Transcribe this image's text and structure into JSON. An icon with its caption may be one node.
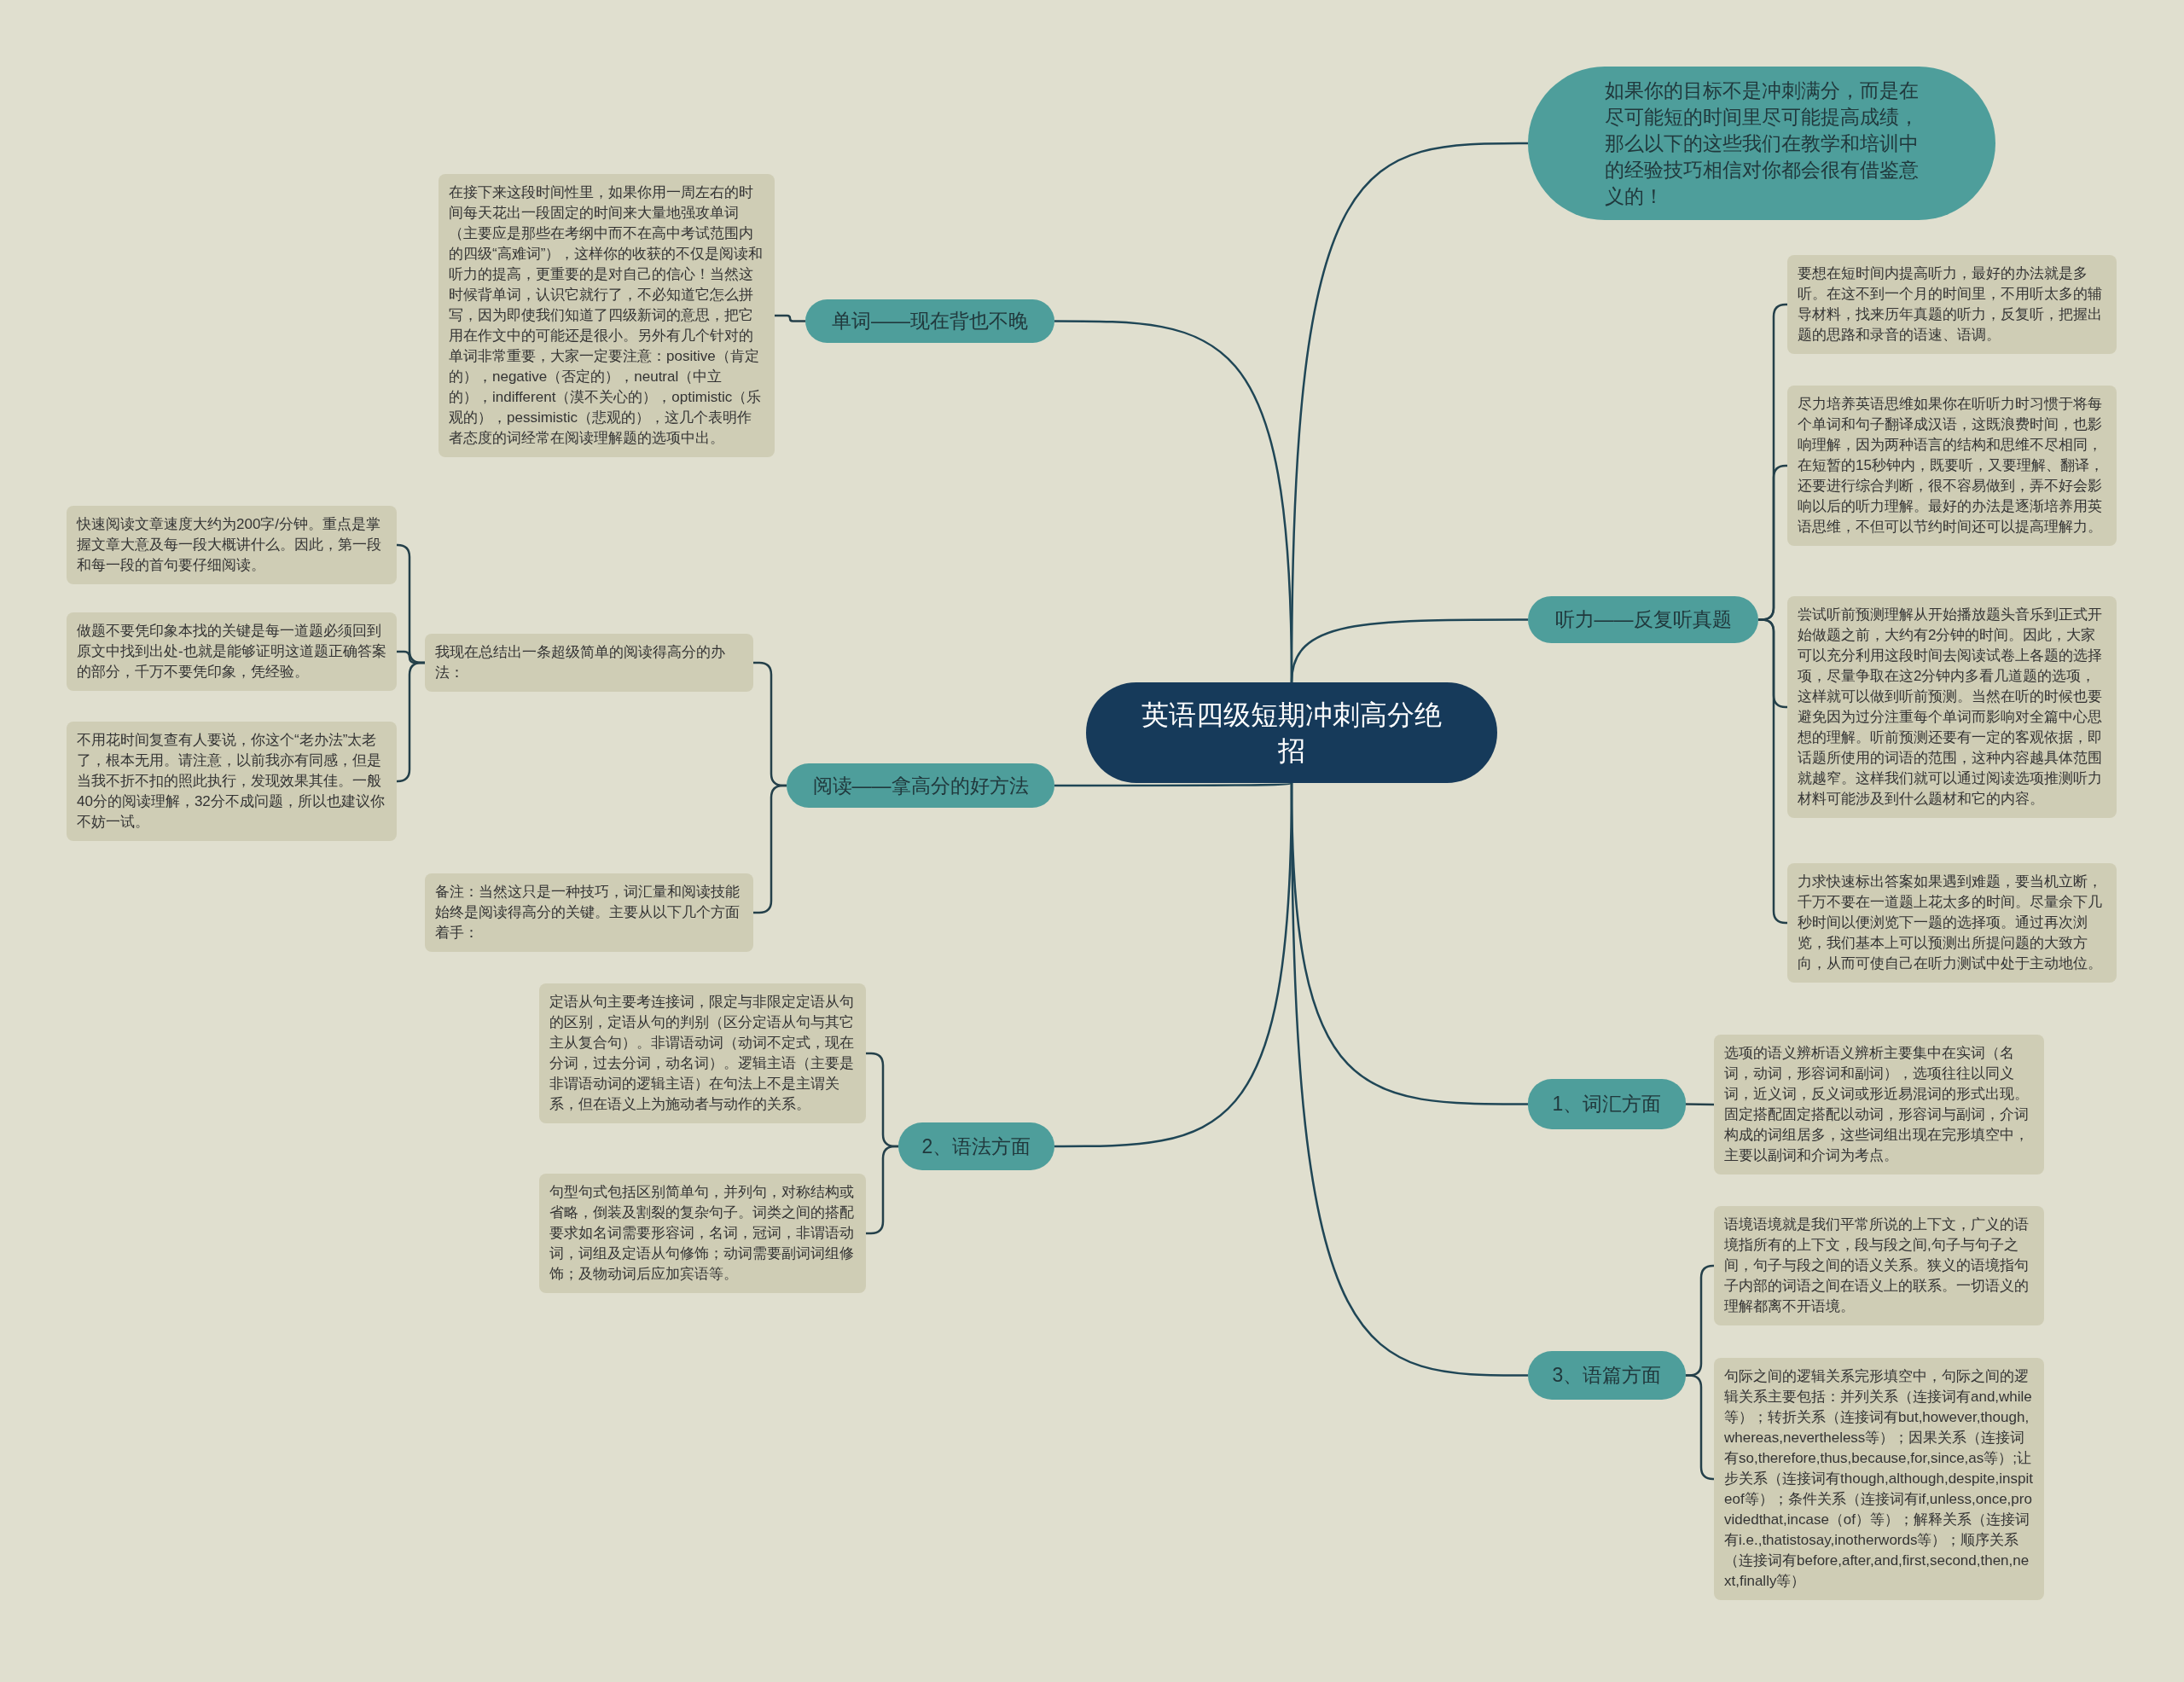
{
  "diagram": {
    "nodes": [
      {
        "text": [
          "英语四级短期冲刺高分绝招"
        ]
      },
      {
        "text": [
          "如果你的目标不是冲刺满分，而是在尽可能短的时间里尽可能提高成绩，那么以下的这些我们在教学和培训中的经验技巧相信对你都会很有借鉴意义的！"
        ]
      },
      {
        "text": [
          "单词——现在背也不晚"
        ]
      },
      {
        "text": [
          "在接下来这段时间性里，如果你用一周左右的时间每天花出一段固定的时间来大量地强攻单词（主要应是那些在考纲中而不在高中考试范围内的四级“高难词”），这样你的收获的不仅是阅读和听力的提高，更重要的是对自己的信心！当然这时候背单词，认识它就行了，不必知道它怎么拼写，因为即使我们知道了四级新词的意思，把它用在作文中的可能还是很小。另外有几个针对的单词非常重要，大家一定要注意：positive（肯定的），negative（否定的），neutral（中立的），indifferent（漠不关心的），optimistic（乐观的），pessimistic（悲观的），这几个表明作者态度的词经常在阅读理解题的选项中出。"
        ]
      },
      {
        "text": [
          "阅读——拿高分的好方法"
        ]
      },
      {
        "text": [
          "我现在总结出一条超级简单的阅读得高分的办法："
        ]
      },
      {
        "text": [
          "快速阅读文章速度大约为200字/分钟。重点是掌握文章大意及每一段大概讲什么。因此，第一段和每一段的首句要仔细阅读。"
        ]
      },
      {
        "text": [
          "做题不要凭印象本找的关键是每一道题必须回到原文中找到出处-也就是能够证明这道题正确答案的部分，千万不要凭印象，凭经验。"
        ]
      },
      {
        "text": [
          "不用花时间复查有人要说，你这个“老办法”太老了，根本无用。请注意，以前我亦有同感，但是当我不折不扣的照此执行，发现效果其佳。一般40分的阅读理解，32分不成问题，所以也建议你不妨一试。"
        ]
      },
      {
        "text": [
          "备注：当然这只是一种技巧，词汇量和阅读技能始终是阅读得高分的关键。主要从以下几个方面着手："
        ]
      },
      {
        "text": [
          "2、语法方面"
        ]
      },
      {
        "text": [
          "定语从句主要考连接词，限定与非限定定语从句的区别，定语从句的判别（区分定语从句与其它主从复合句）。非谓语动词（动词不定式，现在分词，过去分词，动名词）。逻辑主语（主要是非谓语动词的逻辑主语）在句法上不是主谓关系，但在语义上为施动者与动作的关系。"
        ]
      },
      {
        "text": [
          "句型句式包括区别简单句，并列句，对称结构或省略，倒装及割裂的复杂句子。词类之间的搭配要求如名词需要形容词，名词，冠词，非谓语动词，词组及定语从句修饰；动词需要副词词组修饰；及物动词后应加宾语等。"
        ]
      },
      {
        "text": [
          "听力——反复听真题"
        ]
      },
      {
        "text": [
          "要想在短时间内提高听力，最好的办法就是多听。在这不到一个月的时间里，不用听太多的辅导材料，找来历年真题的听力，反复听，把握出题的思路和录音的语速、语调。"
        ]
      },
      {
        "text": [
          "尽力培养英语思维如果你在听听力时习惯于将每个单词和句子翻译成汉语，这既浪费时间，也影响理解，因为两种语言的结构和思维不尽相同，在短暂的15秒钟内，既要听，又要理解、翻译，还要进行综合判断，很不容易做到，弄不好会影响以后的听力理解。最好的办法是逐渐培养用英语思维，不但可以节约时间还可以提高理解力。"
        ]
      },
      {
        "text": [
          "尝试听前预测理解从开始播放题头音乐到正式开始做题之前，大约有2分钟的时间。因此，大家可以充分利用这段时间去阅读试卷上各题的选择项，尽量争取在这2分钟内多看几道题的选项，这样就可以做到听前预测。当然在听的时候也要避免因为过分注重每个单词而影响对全篇中心思想的理解。听前预测还要有一定的客观依据，即话题所使用的词语的范围，这种内容越具体范围就越窄。这样我们就可以通过阅读选项推测听力材料可能涉及到什么题材和它的内容。"
        ]
      },
      {
        "text": [
          "力求快速标出答案如果遇到难题，要当机立断，千万不要在一道题上花太多的时间。尽量余下几秒时间以便浏览下一题的选择项。通过再次浏览，我们基本上可以预测出所提问题的大致方向，从而可使自己在听力测试中处于主动地位。"
        ]
      },
      {
        "text": [
          "1、词汇方面"
        ]
      },
      {
        "text": [
          "选项的语义辨析语义辨析主要集中在实词（名词，动词，形容词和副词），选项往往以同义词，近义词，反义词或形近易混词的形式出现。固定搭配固定搭配以动词，形容词与副词，介词构成的词组居多，这些词组出现在完形填空中，主要以副词和介词为考点。"
        ]
      },
      {
        "text": [
          "3、语篇方面"
        ]
      },
      {
        "text": [
          "语境语境就是我们平常所说的上下文，广义的语境指所有的上下文，段与段之间,句子与句子之间，句子与段之间的语义关系。狭义的语境指句子内部的词语之间在语义上的联系。一切语义的理解都离不开语境。"
        ]
      },
      {
        "text": [
          "句际之间的逻辑关系完形填空中，句际之间的逻辑关系主要包括：并列关系（连接词有and,while等）；转折关系（连接词有but,however,though,whereas,nevertheless等）；因果关系（连接词有so,therefore,thus,because,for,since,as等）;让步关系（连接词有though,although,despite,inspiteof等）；条件关系（连接词有if,unless,once,providedthat,incase（of）等）；解释关系（连接词有i.e.,thatistosay,inotherwords等）；顺序关系（连接词有before,after,and,first,second,then,next,finally等）"
        ]
      }
    ],
    "edges": [
      {
        "from": 0,
        "to": 1,
        "arrow": "none"
      },
      {
        "from": 0,
        "to": 2,
        "arrow": "none"
      },
      {
        "from": 2,
        "to": 3,
        "arrow": "none"
      },
      {
        "from": 0,
        "to": 4,
        "arrow": "none"
      },
      {
        "from": 4,
        "to": 5,
        "arrow": "none"
      },
      {
        "from": 5,
        "to": 6,
        "arrow": "none"
      },
      {
        "from": 5,
        "to": 7,
        "arrow": "none"
      },
      {
        "from": 5,
        "to": 8,
        "arrow": "none"
      },
      {
        "from": 4,
        "to": 9,
        "arrow": "none"
      },
      {
        "from": 0,
        "to": 10,
        "arrow": "none"
      },
      {
        "from": 10,
        "to": 11,
        "arrow": "none"
      },
      {
        "from": 10,
        "to": 12,
        "arrow": "none"
      },
      {
        "from": 0,
        "to": 13,
        "arrow": "none"
      },
      {
        "from": 13,
        "to": 14,
        "arrow": "none"
      },
      {
        "from": 13,
        "to": 15,
        "arrow": "none"
      },
      {
        "from": 13,
        "to": 16,
        "arrow": "none"
      },
      {
        "from": 13,
        "to": 17,
        "arrow": "none"
      },
      {
        "from": 0,
        "to": 18,
        "arrow": "none"
      },
      {
        "from": 18,
        "to": 19,
        "arrow": "none"
      },
      {
        "from": 0,
        "to": 20,
        "arrow": "none"
      },
      {
        "from": 20,
        "to": 21,
        "arrow": "none"
      },
      {
        "from": 20,
        "to": 22,
        "arrow": "none"
      }
    ]
  }
}
